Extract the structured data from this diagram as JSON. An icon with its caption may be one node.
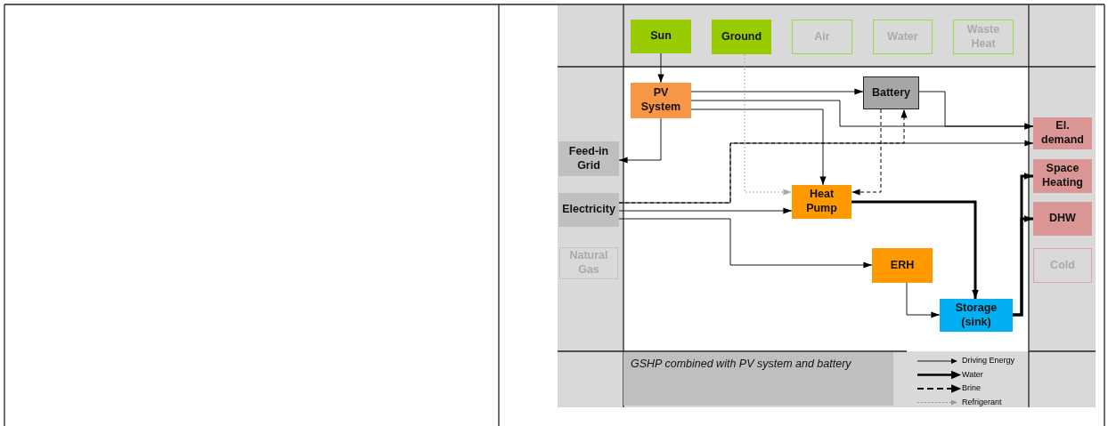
{
  "diagram": {
    "nodes": [
      {
        "text": [
          "Sun"
        ]
      },
      {
        "text": [
          "Ground"
        ]
      },
      {
        "text": [
          "Air"
        ]
      },
      {
        "text": [
          "Water"
        ]
      },
      {
        "text": [
          "Waste Heat"
        ]
      },
      {
        "text": [
          "PV System"
        ]
      },
      {
        "text": [
          "Battery"
        ]
      },
      {
        "text": [
          "Feed-in Grid"
        ]
      },
      {
        "text": [
          "Electricity"
        ]
      },
      {
        "text": [
          "Heat Pump"
        ]
      },
      {
        "text": [
          "Natural Gas"
        ]
      },
      {
        "text": [
          "El. demand"
        ]
      },
      {
        "text": [
          "Space Heating"
        ]
      },
      {
        "text": [
          "DHW"
        ]
      },
      {
        "text": [
          "Cold"
        ]
      },
      {
        "text": [
          "ERH"
        ]
      },
      {
        "text": [
          "Storage (sink)"
        ]
      },
      {
        "text": [
          "GSHP combined with PV system and battery"
        ]
      }
    ],
    "edges": [
      {
        "from": 0,
        "to": 5,
        "arrow": "to"
      },
      {
        "from": 5,
        "to": 6,
        "arrow": "to"
      },
      {
        "from": 5,
        "to": 11,
        "arrow": "to"
      },
      {
        "from": 6,
        "to": 11,
        "arrow": "to"
      },
      {
        "from": 5,
        "to": 9,
        "arrow": "to"
      },
      {
        "from": 5,
        "to": 7,
        "arrow": "to"
      },
      {
        "from": 8,
        "to": 11,
        "arrow": "to"
      },
      {
        "from": 8,
        "to": 9,
        "arrow": "to"
      },
      {
        "from": 8,
        "to": 15,
        "arrow": "to"
      },
      {
        "from": 1,
        "to": 9,
        "arrow": "to",
        "style": "dashed",
        "color": "#aaaaaa"
      },
      {
        "from": 6,
        "to": 9,
        "arrow": "to",
        "style": "dashed"
      },
      {
        "from": 8,
        "to": 6,
        "arrow": "to",
        "style": "dashed"
      },
      {
        "from": 9,
        "to": 16,
        "arrow": "to",
        "style": "thick"
      },
      {
        "from": 15,
        "to": 16,
        "arrow": "to"
      },
      {
        "from": 16,
        "to": 12,
        "arrow": "to",
        "style": "thick"
      },
      {
        "from": 16,
        "to": 13,
        "arrow": "to",
        "style": "thick"
      }
    ],
    "legend": [
      {
        "text": "Driving Energy"
      },
      {
        "text": "Water"
      },
      {
        "text": "Brine"
      },
      {
        "text": "Refrigerant"
      }
    ]
  }
}
